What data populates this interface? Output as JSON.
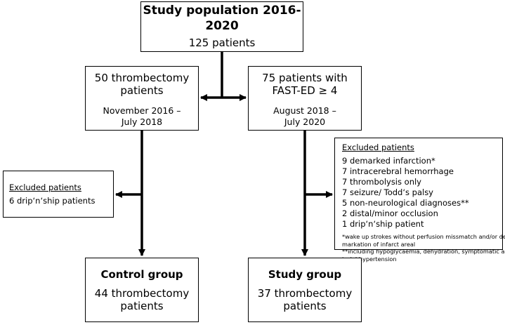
{
  "study_population": {
    "title_line1": "Study population 2016-",
    "title_line2": "2020",
    "count": "125 patients"
  },
  "left_branch": {
    "head_line1": "50 thrombectomy",
    "head_line2": "patients",
    "date_line1": "November 2016 –",
    "date_line2": "July 2018"
  },
  "right_branch": {
    "head_line1": "75 patients with",
    "head_line2": "FAST-ED ≥ 4",
    "date_line1": "August 2018 –",
    "date_line2": "July 2020"
  },
  "excluded_left": {
    "heading": "Excluded patients",
    "items": [
      "6 drip‘n‘ship patients"
    ]
  },
  "excluded_right": {
    "heading": "Excluded patients",
    "items": [
      "9 demarked infarction*",
      "7 intracerebral hemorrhage",
      "7 thrombolysis only",
      "7 seizure/ Todd‘s palsy",
      "5 non-neurological diagnoses**",
      "2 distal/minor occlusion",
      "1 drip‘n‘ship patient"
    ],
    "notes": [
      "*wake up strokes without perfusion missmatch and/or de-",
      "markation of infarct areal",
      "**including hypoglycaemia, dehydration, symptomatic art-",
      "terial hypertension"
    ]
  },
  "control_group": {
    "title": "Control group",
    "body_line1": "44 thrombectomy",
    "body_line2": "patients"
  },
  "study_group": {
    "title": "Study group",
    "body_line1": "37 thrombectomy",
    "body_line2": "patients"
  }
}
